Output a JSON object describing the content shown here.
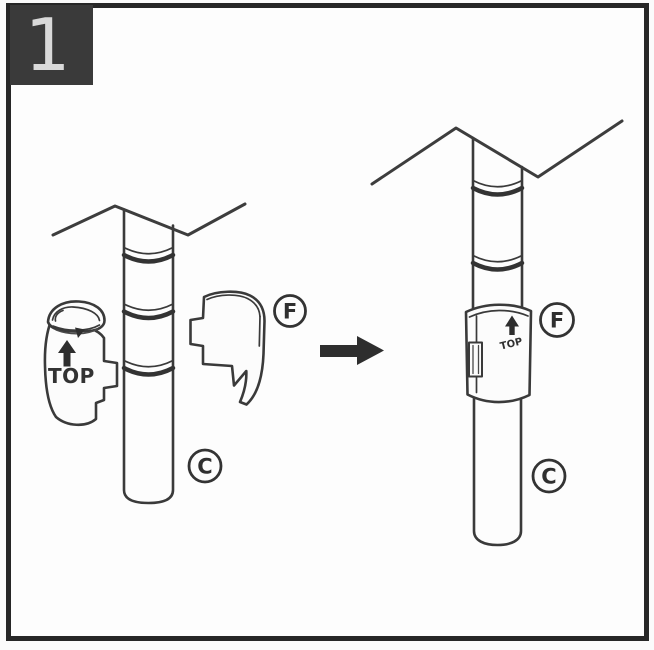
{
  "step_badge": {
    "number": "1"
  },
  "colors": {
    "line": "#3a3a3a",
    "badge_background": "#3a3a3a",
    "badge_number": "#d9d9d9",
    "canvas": "#fdfdfd",
    "arrow_fill": "#2e2e2e"
  },
  "left_figure": {
    "clamp_top_label": "TOP",
    "label_f": "F",
    "label_c": "C"
  },
  "transition": {
    "arrow_icon": "right-arrow"
  },
  "right_figure": {
    "clamp_top_label": "TOP",
    "label_f": "F",
    "label_c": "C"
  }
}
